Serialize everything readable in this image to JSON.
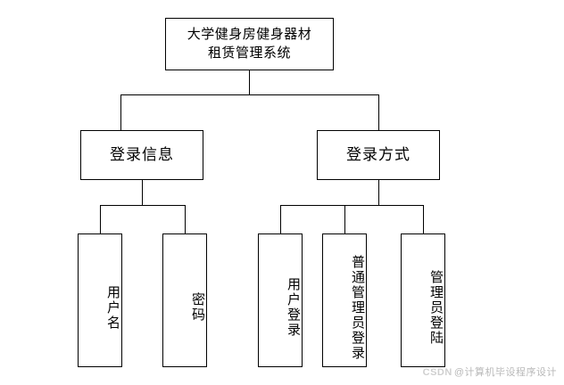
{
  "diagram": {
    "type": "tree-hierarchy",
    "root": {
      "label": "大学健身房健身器材\n租赁管理系统",
      "line1": "大学健身房健身器材",
      "line2": "租赁管理系统"
    },
    "level2": [
      {
        "label": "登录信息"
      },
      {
        "label": "登录方式"
      }
    ],
    "level3": [
      {
        "label": "用户名",
        "parent": "登录信息"
      },
      {
        "label": "密码",
        "parent": "登录信息"
      },
      {
        "label": "用户登录",
        "parent": "登录方式"
      },
      {
        "label": "普通管理员登录",
        "parent": "登录方式"
      },
      {
        "label": "管理员登陆",
        "parent": "登录方式"
      }
    ]
  },
  "watermark": {
    "brand": "CSDN",
    "text": "@计算机毕设程序设计"
  },
  "colors": {
    "line": "#000000",
    "background": "#ffffff",
    "text": "#000000",
    "watermark": "#b9b9b9"
  }
}
